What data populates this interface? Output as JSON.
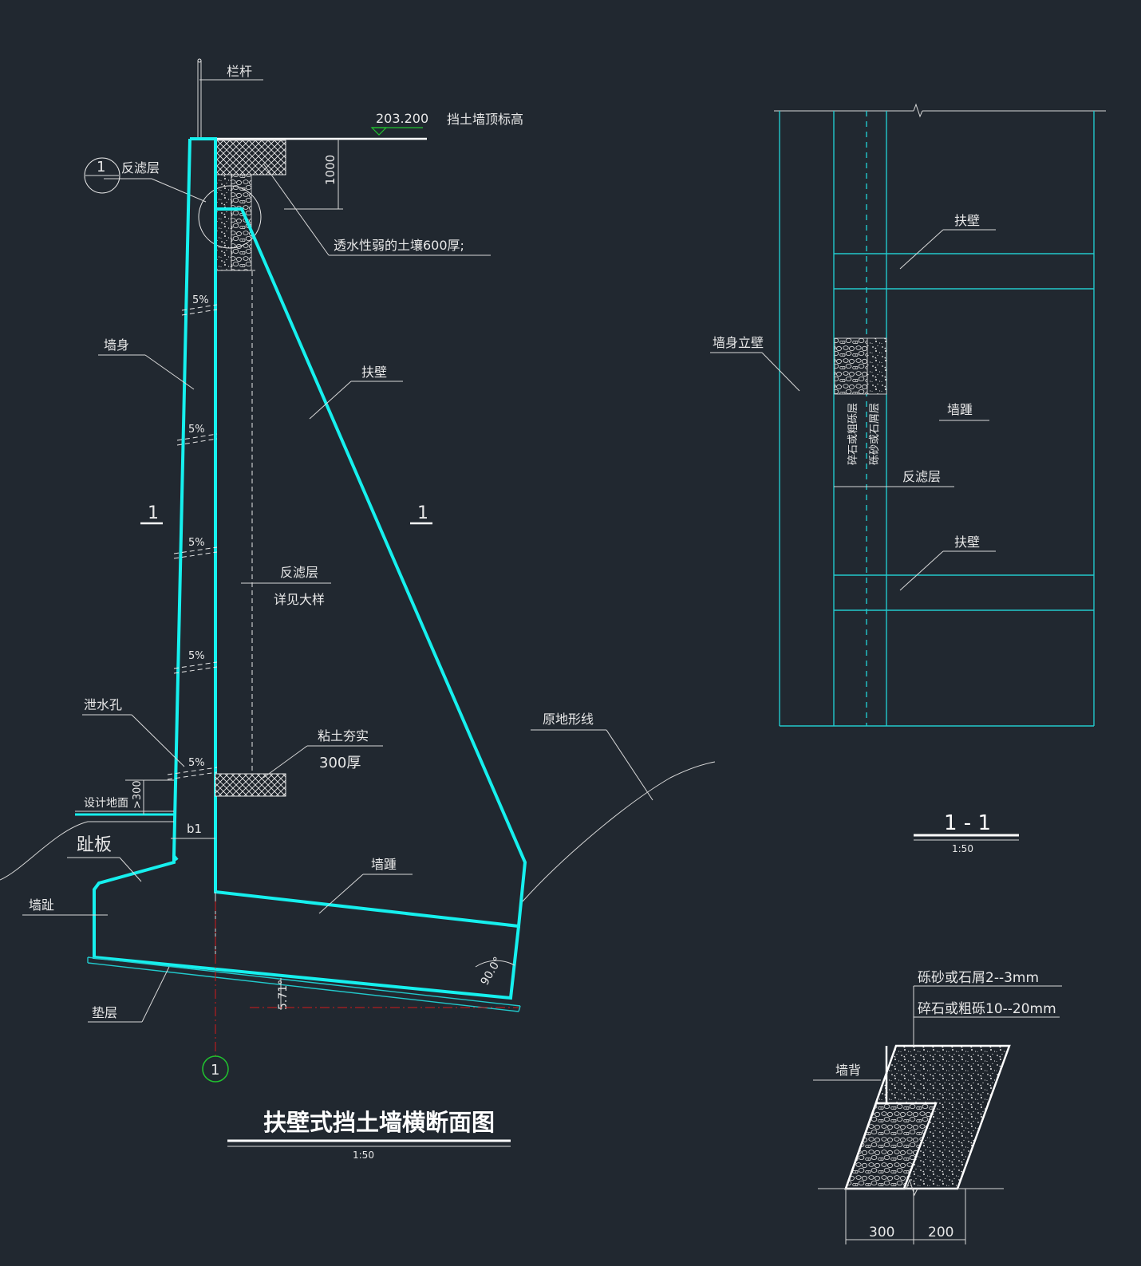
{
  "main_drawing": {
    "title": "扶壁式挡土墙横断面图",
    "scale": "1:50",
    "labels": {
      "railing": "栏杆",
      "top_elevation": "203.200",
      "top_elevation_note": "挡土墙顶标高",
      "filter_detail_marker": "1",
      "filter_layer": "反滤层",
      "dim_1000": "1000",
      "permeable_soil": "透水性弱的土壤600厚;",
      "wall_body": "墙身",
      "buttress": "扶壁",
      "section_mark_left": "1",
      "section_mark_right": "1",
      "filter_layer_2": "反滤层",
      "see_detail": "详见大样",
      "weep_hole": "泄水孔",
      "clay_compacted": "粘土夯实",
      "clay_thickness": "300厚",
      "design_ground": "设计地面",
      "dim_300": ">300",
      "b1": "b1",
      "toe_plate": "趾板",
      "wall_toe": "墙趾",
      "wall_heel": "墙踵",
      "angle_90": "90.0°",
      "slope_angle": "5.71°",
      "cushion": "垫层",
      "original_ground": "原地形线",
      "axis_marker": "1",
      "slope_5pct": "5%"
    }
  },
  "section_1_1": {
    "title": "1 - 1",
    "scale": "1:50",
    "labels": {
      "buttress_top": "扶壁",
      "wall_vertical": "墙身立壁",
      "heel": "墙踵",
      "gravel_layer": "碎石或粗砾层",
      "sand_layer": "砾砂或石屑层",
      "filter_layer": "反滤层",
      "buttress_bottom": "扶壁"
    }
  },
  "detail": {
    "sand_spec": "砾砂或石屑2--3mm",
    "gravel_spec": "碎石或粗砾10--20mm",
    "wall_back": "墙背",
    "dim_left": "300",
    "dim_right": "200"
  },
  "colors": {
    "background": "#212830",
    "wall_outline": "#16f0ee",
    "section_lines": "#22c9cc",
    "annotation": "#e8e8e8",
    "axis_line": "#d21a1a",
    "elevation_marker": "#21c22f"
  }
}
